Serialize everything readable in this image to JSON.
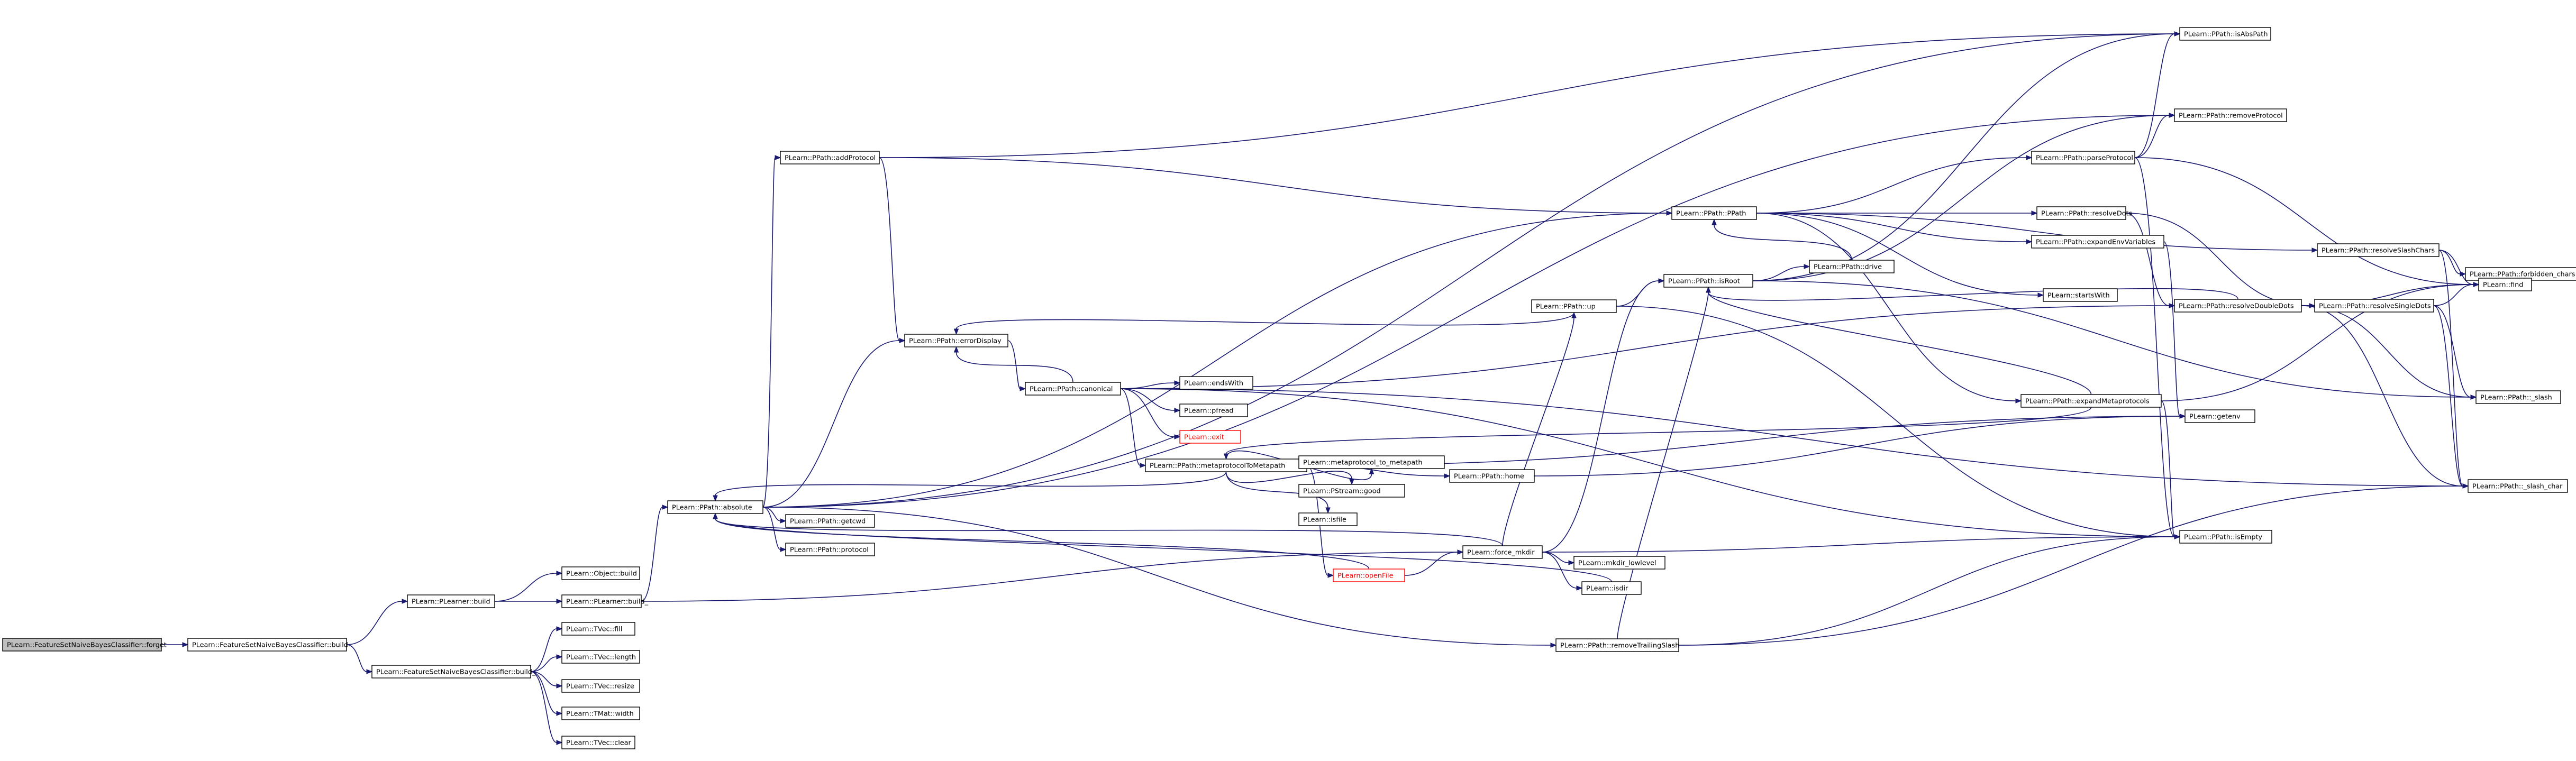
{
  "diagram": {
    "type": "call-graph",
    "colors": {
      "node_border": "#000000",
      "node_fill": "#ffffff",
      "focus_fill": "#bfbfbf",
      "truncated_border": "#ff0000",
      "edge": "#191970"
    },
    "nodes": [
      {
        "id": "forget",
        "label": "PLearn::FeatureSetNaiveBayesClassifier::forget",
        "style": "focus"
      },
      {
        "id": "fsnbc_build",
        "label": "PLearn::FeatureSetNaiveBayesClassifier::build"
      },
      {
        "id": "plearner_build",
        "label": "PLearn::PLearner::build"
      },
      {
        "id": "fsnbc_build_",
        "label": "PLearn::FeatureSetNaiveBayesClassifier::build_"
      },
      {
        "id": "object_build",
        "label": "PLearn::Object::build"
      },
      {
        "id": "plearner_build_",
        "label": "PLearn::PLearner::build_"
      },
      {
        "id": "tvec_fill",
        "label": "PLearn::TVec::fill"
      },
      {
        "id": "tvec_length",
        "label": "PLearn::TVec::length"
      },
      {
        "id": "tvec_resize",
        "label": "PLearn::TVec::resize"
      },
      {
        "id": "tmat_width",
        "label": "PLearn::TMat::width"
      },
      {
        "id": "tvec_clear",
        "label": "PLearn::TVec::clear"
      },
      {
        "id": "absolute",
        "label": "PLearn::PPath::absolute"
      },
      {
        "id": "getcwd",
        "label": "PLearn::PPath::getcwd"
      },
      {
        "id": "protocol",
        "label": "PLearn::PPath::protocol"
      },
      {
        "id": "addprotocol",
        "label": "PLearn::PPath::addProtocol"
      },
      {
        "id": "errordisplay",
        "label": "PLearn::PPath::errorDisplay"
      },
      {
        "id": "canonical",
        "label": "PLearn::PPath::canonical"
      },
      {
        "id": "endswith",
        "label": "PLearn::endsWith"
      },
      {
        "id": "pfread",
        "label": "PLearn::pfread"
      },
      {
        "id": "exit",
        "label": "PLearn::exit",
        "style": "truncated"
      },
      {
        "id": "metaprotocol",
        "label": "PLearn::PPath::metaprotocolToMetapath"
      },
      {
        "id": "mp_to_metapath",
        "label": "PLearn::metaprotocol_to_metapath"
      },
      {
        "id": "pstream_good",
        "label": "PLearn::PStream::good"
      },
      {
        "id": "isfile",
        "label": "PLearn::isfile"
      },
      {
        "id": "home",
        "label": "PLearn::PPath::home"
      },
      {
        "id": "openfile",
        "label": "PLearn::openFile",
        "style": "truncated"
      },
      {
        "id": "force_mkdir",
        "label": "PLearn::force_mkdir"
      },
      {
        "id": "mkdir_lowlevel",
        "label": "PLearn::mkdir_lowlevel"
      },
      {
        "id": "isdir",
        "label": "PLearn::isdir"
      },
      {
        "id": "up",
        "label": "PLearn::PPath::up"
      },
      {
        "id": "isroot",
        "label": "PLearn::PPath::isRoot"
      },
      {
        "id": "drive",
        "label": "PLearn::PPath::drive"
      },
      {
        "id": "ppath",
        "label": "PLearn::PPath::PPath"
      },
      {
        "id": "parseprotocol",
        "label": "PLearn::PPath::parseProtocol"
      },
      {
        "id": "resolvedots",
        "label": "PLearn::PPath::resolveDots"
      },
      {
        "id": "expandenv",
        "label": "PLearn::PPath::expandEnvVariables"
      },
      {
        "id": "startswith",
        "label": "PLearn::startsWith"
      },
      {
        "id": "expandmeta",
        "label": "PLearn::PPath::expandMetaprotocols"
      },
      {
        "id": "removetrailing",
        "label": "PLearn::PPath::removeTrailingSlash"
      },
      {
        "id": "isabspath",
        "label": "PLearn::PPath::isAbsPath"
      },
      {
        "id": "removeprotocol",
        "label": "PLearn::PPath::removeProtocol"
      },
      {
        "id": "resolveslash",
        "label": "PLearn::PPath::resolveSlashChars"
      },
      {
        "id": "resolvedouble",
        "label": "PLearn::PPath::resolveDoubleDots"
      },
      {
        "id": "resolvesingle",
        "label": "PLearn::PPath::resolveSingleDots"
      },
      {
        "id": "getenv",
        "label": "PLearn::getenv"
      },
      {
        "id": "isempty",
        "label": "PLearn::PPath::isEmpty"
      },
      {
        "id": "forbidden",
        "label": "PLearn::PPath::forbidden_chars"
      },
      {
        "id": "find",
        "label": "PLearn::find"
      },
      {
        "id": "slash",
        "label": "PLearn::PPath::_slash"
      },
      {
        "id": "slash_char",
        "label": "PLearn::PPath::_slash_char"
      }
    ],
    "edges": [
      [
        "forget",
        "fsnbc_build"
      ],
      [
        "fsnbc_build",
        "plearner_build"
      ],
      [
        "fsnbc_build",
        "fsnbc_build_"
      ],
      [
        "plearner_build",
        "object_build"
      ],
      [
        "plearner_build",
        "plearner_build_"
      ],
      [
        "fsnbc_build_",
        "tvec_fill"
      ],
      [
        "fsnbc_build_",
        "tvec_length"
      ],
      [
        "fsnbc_build_",
        "tvec_resize"
      ],
      [
        "fsnbc_build_",
        "tmat_width"
      ],
      [
        "fsnbc_build_",
        "tvec_clear"
      ],
      [
        "plearner_build_",
        "absolute"
      ],
      [
        "plearner_build_",
        "force_mkdir"
      ],
      [
        "absolute",
        "addprotocol"
      ],
      [
        "absolute",
        "errordisplay"
      ],
      [
        "absolute",
        "getcwd"
      ],
      [
        "absolute",
        "protocol"
      ],
      [
        "absolute",
        "isabspath"
      ],
      [
        "absolute",
        "removeprotocol"
      ],
      [
        "absolute",
        "ppath"
      ],
      [
        "absolute",
        "removetrailing"
      ],
      [
        "addprotocol",
        "errordisplay"
      ],
      [
        "addprotocol",
        "isabspath"
      ],
      [
        "addprotocol",
        "ppath"
      ],
      [
        "errordisplay",
        "canonical"
      ],
      [
        "canonical",
        "endswith"
      ],
      [
        "canonical",
        "pfread"
      ],
      [
        "canonical",
        "exit"
      ],
      [
        "canonical",
        "metaprotocol"
      ],
      [
        "canonical",
        "errordisplay"
      ],
      [
        "canonical",
        "isempty"
      ],
      [
        "canonical",
        "slash_char"
      ],
      [
        "canonical",
        "resolvedouble"
      ],
      [
        "metaprotocol",
        "mp_to_metapath"
      ],
      [
        "metaprotocol",
        "pstream_good"
      ],
      [
        "metaprotocol",
        "isfile"
      ],
      [
        "metaprotocol",
        "home"
      ],
      [
        "metaprotocol",
        "openfile"
      ],
      [
        "metaprotocol",
        "getenv"
      ],
      [
        "metaprotocol",
        "absolute"
      ],
      [
        "home",
        "getenv"
      ],
      [
        "openfile",
        "force_mkdir"
      ],
      [
        "openfile",
        "absolute"
      ],
      [
        "force_mkdir",
        "mkdir_lowlevel"
      ],
      [
        "force_mkdir",
        "isdir"
      ],
      [
        "force_mkdir",
        "up"
      ],
      [
        "force_mkdir",
        "isempty"
      ],
      [
        "force_mkdir",
        "isroot"
      ],
      [
        "force_mkdir",
        "absolute"
      ],
      [
        "up",
        "isroot"
      ],
      [
        "up",
        "errordisplay"
      ],
      [
        "up",
        "isempty"
      ],
      [
        "isroot",
        "drive"
      ],
      [
        "isroot",
        "isabspath"
      ],
      [
        "isroot",
        "removeprotocol"
      ],
      [
        "isroot",
        "slash"
      ],
      [
        "drive",
        "ppath"
      ],
      [
        "ppath",
        "parseprotocol"
      ],
      [
        "ppath",
        "resolvedots"
      ],
      [
        "ppath",
        "expandenv"
      ],
      [
        "ppath",
        "startswith"
      ],
      [
        "ppath",
        "expandmeta"
      ],
      [
        "ppath",
        "resolveslash"
      ],
      [
        "parseprotocol",
        "isabspath"
      ],
      [
        "parseprotocol",
        "removeprotocol"
      ],
      [
        "parseprotocol",
        "find"
      ],
      [
        "parseprotocol",
        "isempty"
      ],
      [
        "resolvedots",
        "resolvedouble"
      ],
      [
        "resolvedots",
        "resolvesingle"
      ],
      [
        "expandenv",
        "getenv"
      ],
      [
        "expandmeta",
        "isroot"
      ],
      [
        "expandmeta",
        "find"
      ],
      [
        "expandmeta",
        "isempty"
      ],
      [
        "expandmeta",
        "metaprotocol"
      ],
      [
        "resolveslash",
        "forbidden"
      ],
      [
        "resolveslash",
        "find"
      ],
      [
        "resolveslash",
        "slash_char"
      ],
      [
        "resolvedouble",
        "isroot"
      ],
      [
        "resolvedouble",
        "resolvesingle"
      ],
      [
        "resolvedouble",
        "slash"
      ],
      [
        "resolvedouble",
        "slash_char"
      ],
      [
        "resolvedouble",
        "find"
      ],
      [
        "resolvesingle",
        "find"
      ],
      [
        "resolvesingle",
        "slash"
      ],
      [
        "resolvesingle",
        "slash_char"
      ],
      [
        "removetrailing",
        "isroot"
      ],
      [
        "removetrailing",
        "isempty"
      ],
      [
        "removetrailing",
        "slash_char"
      ],
      [
        "isdir",
        "absolute"
      ]
    ]
  }
}
